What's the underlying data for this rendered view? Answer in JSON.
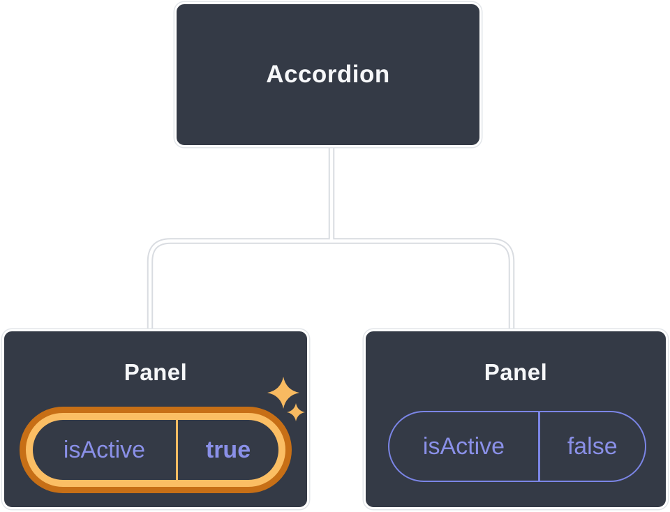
{
  "diagram": {
    "root": {
      "label": "Accordion"
    },
    "children": [
      {
        "title": "Panel",
        "prop": {
          "name": "isActive",
          "value": "true"
        },
        "state": "active-highlighted"
      },
      {
        "title": "Panel",
        "prop": {
          "name": "isActive",
          "value": "false"
        },
        "state": "inactive"
      }
    ],
    "icons": [
      {
        "name": "sparkle-icon",
        "meaning": "highlight marker on active panel state pill"
      }
    ],
    "colors": {
      "node_fill": "#343A46",
      "node_border": "#FFFFFF",
      "node_text": "#F6F7F9",
      "prop_text_purple": "#8A90E8",
      "pill_border_purple": "#7B85E6",
      "highlight_orange_dark": "#C76F16",
      "highlight_orange_light": "#FBBE64",
      "highlight_divider_orange": "#F9BC62",
      "sparkle_orange": "#F8BA61",
      "connector_line": "#FFFFFF"
    }
  }
}
